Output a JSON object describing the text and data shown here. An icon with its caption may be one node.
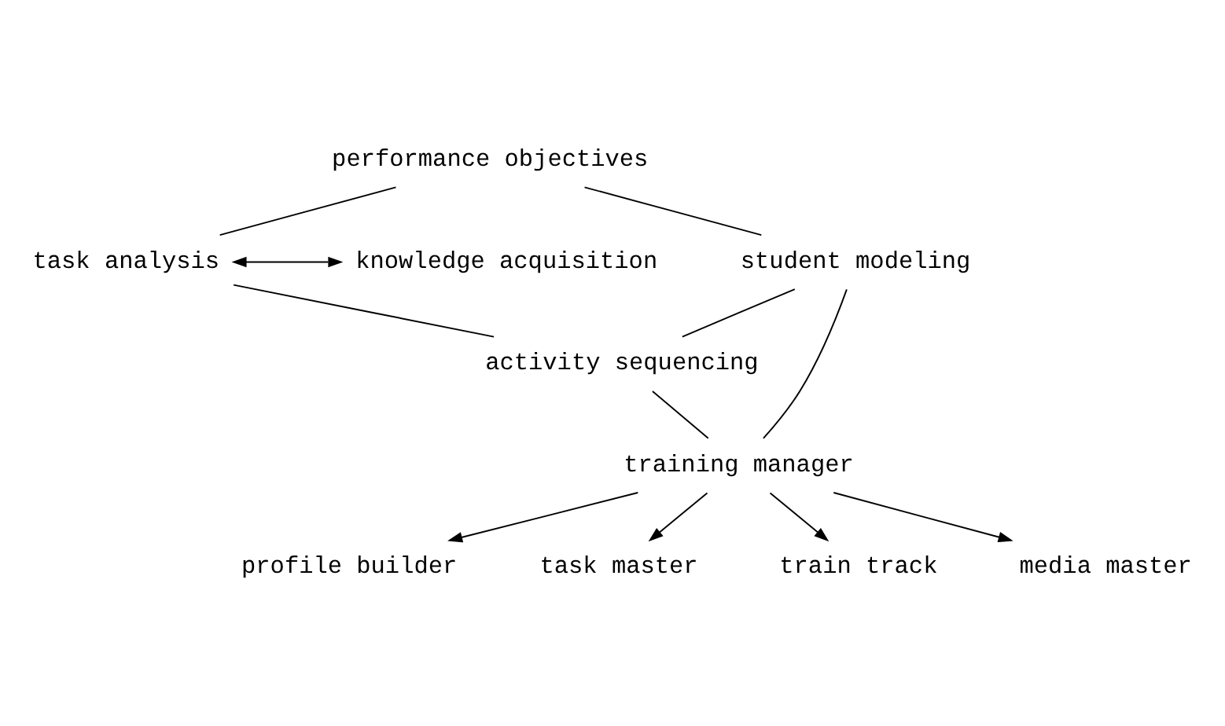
{
  "diagram": {
    "nodes": [
      {
        "text": [
          "performance objectives"
        ]
      },
      {
        "text": [
          "student modeling"
        ]
      },
      {
        "text": [
          "task analysis"
        ]
      },
      {
        "text": [
          "knowledge acquisition"
        ]
      },
      {
        "text": [
          "activity sequencing"
        ]
      },
      {
        "text": [
          "training manager"
        ]
      },
      {
        "text": [
          "profile builder"
        ]
      },
      {
        "text": [
          "task master"
        ]
      },
      {
        "text": [
          "train track"
        ]
      },
      {
        "text": [
          "media master"
        ]
      }
    ],
    "edges": [
      {
        "from": 0,
        "to": 1,
        "arrow": "none"
      },
      {
        "from": 0,
        "to": 2,
        "arrow": "none"
      },
      {
        "from": 2,
        "to": 3,
        "arrow": "both"
      },
      {
        "from": 1,
        "to": 4,
        "arrow": "none"
      },
      {
        "from": 1,
        "to": 5,
        "arrow": "none"
      },
      {
        "from": 2,
        "to": 4,
        "arrow": "none"
      },
      {
        "from": 4,
        "to": 5,
        "arrow": "none"
      },
      {
        "from": 5,
        "to": 6,
        "arrow": "to"
      },
      {
        "from": 5,
        "to": 7,
        "arrow": "to"
      },
      {
        "from": 5,
        "to": 8,
        "arrow": "to"
      },
      {
        "from": 5,
        "to": 9,
        "arrow": "to"
      }
    ]
  }
}
